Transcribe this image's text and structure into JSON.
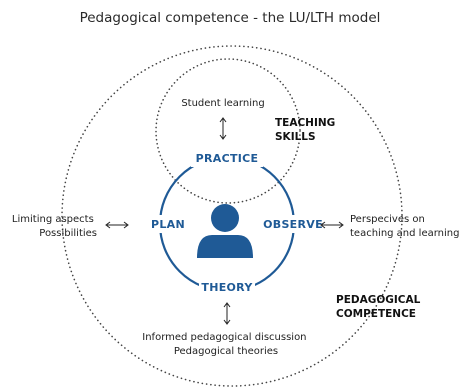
{
  "title": "Pedagogical competence - the LU/LTH model",
  "colors": {
    "accent": "#1f5a96",
    "text": "#1e1e1e"
  },
  "nodes": {
    "practice": "PRACTICE",
    "plan": "PLAN",
    "observe": "OBSERVE",
    "theory": "THEORY"
  },
  "center_icon": "person-icon",
  "top_label": "Student learning",
  "left_labels": [
    "Limiting aspects",
    "Possibilities"
  ],
  "right_labels": [
    "Perspecives on",
    "teaching and learning"
  ],
  "bottom_labels": [
    "Informed pedagogical discussion",
    "Pedagogical theories"
  ],
  "teaching_skills": [
    "TEACHING",
    "SKILLS"
  ],
  "pedagogical_competence": [
    "PEDAGOGICAL",
    "COMPETENCE"
  ]
}
